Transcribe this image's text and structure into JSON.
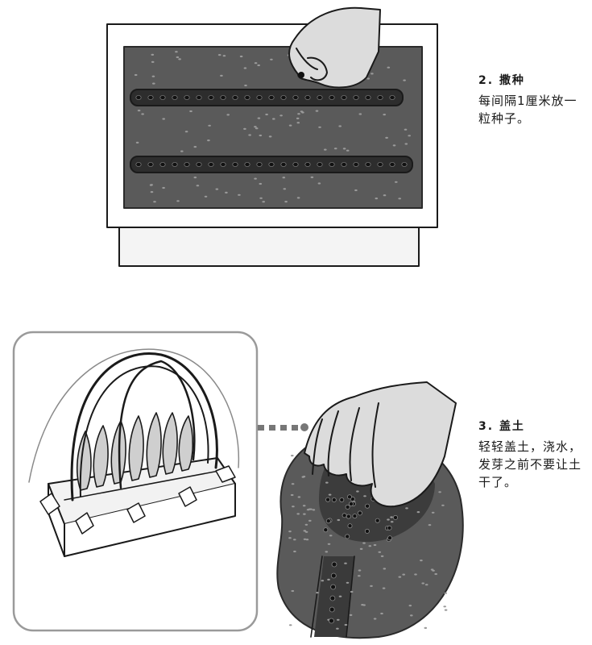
{
  "steps": [
    {
      "number": "2.",
      "title": "撒种",
      "text": "每间隔1厘米放一粒种子。"
    },
    {
      "number": "3.",
      "title": "盖土",
      "text": "轻轻盖土，浇水，发芽之前不要让土干了。"
    }
  ],
  "colors": {
    "soil": "#5a5a5a",
    "soil_dark": "#3c3c3c",
    "furrow": "#2d2d2d",
    "hand": "#dcdcdc",
    "line": "#1a1a1a"
  }
}
